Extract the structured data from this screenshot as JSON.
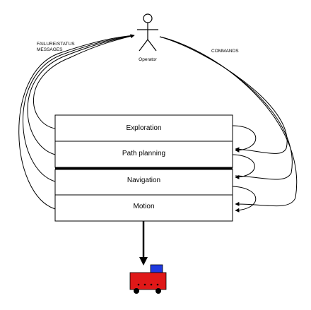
{
  "labels": {
    "left_line1": "FAILURE/STATUS",
    "left_line2": "MESSAGES",
    "right": "COMMANDS",
    "operator": "Operator"
  },
  "layers": [
    {
      "label": "Exploration"
    },
    {
      "label": "Path planning"
    },
    {
      "label": "Navigation"
    },
    {
      "label": "Motion"
    }
  ],
  "colors": {
    "stroke": "#000000",
    "robot_body": "#e01818",
    "robot_cab": "#1f3ae0",
    "wheel": "#000000"
  },
  "icons": {
    "operator": "stick-figure-operator-icon",
    "robot": "robot-train-icon"
  }
}
